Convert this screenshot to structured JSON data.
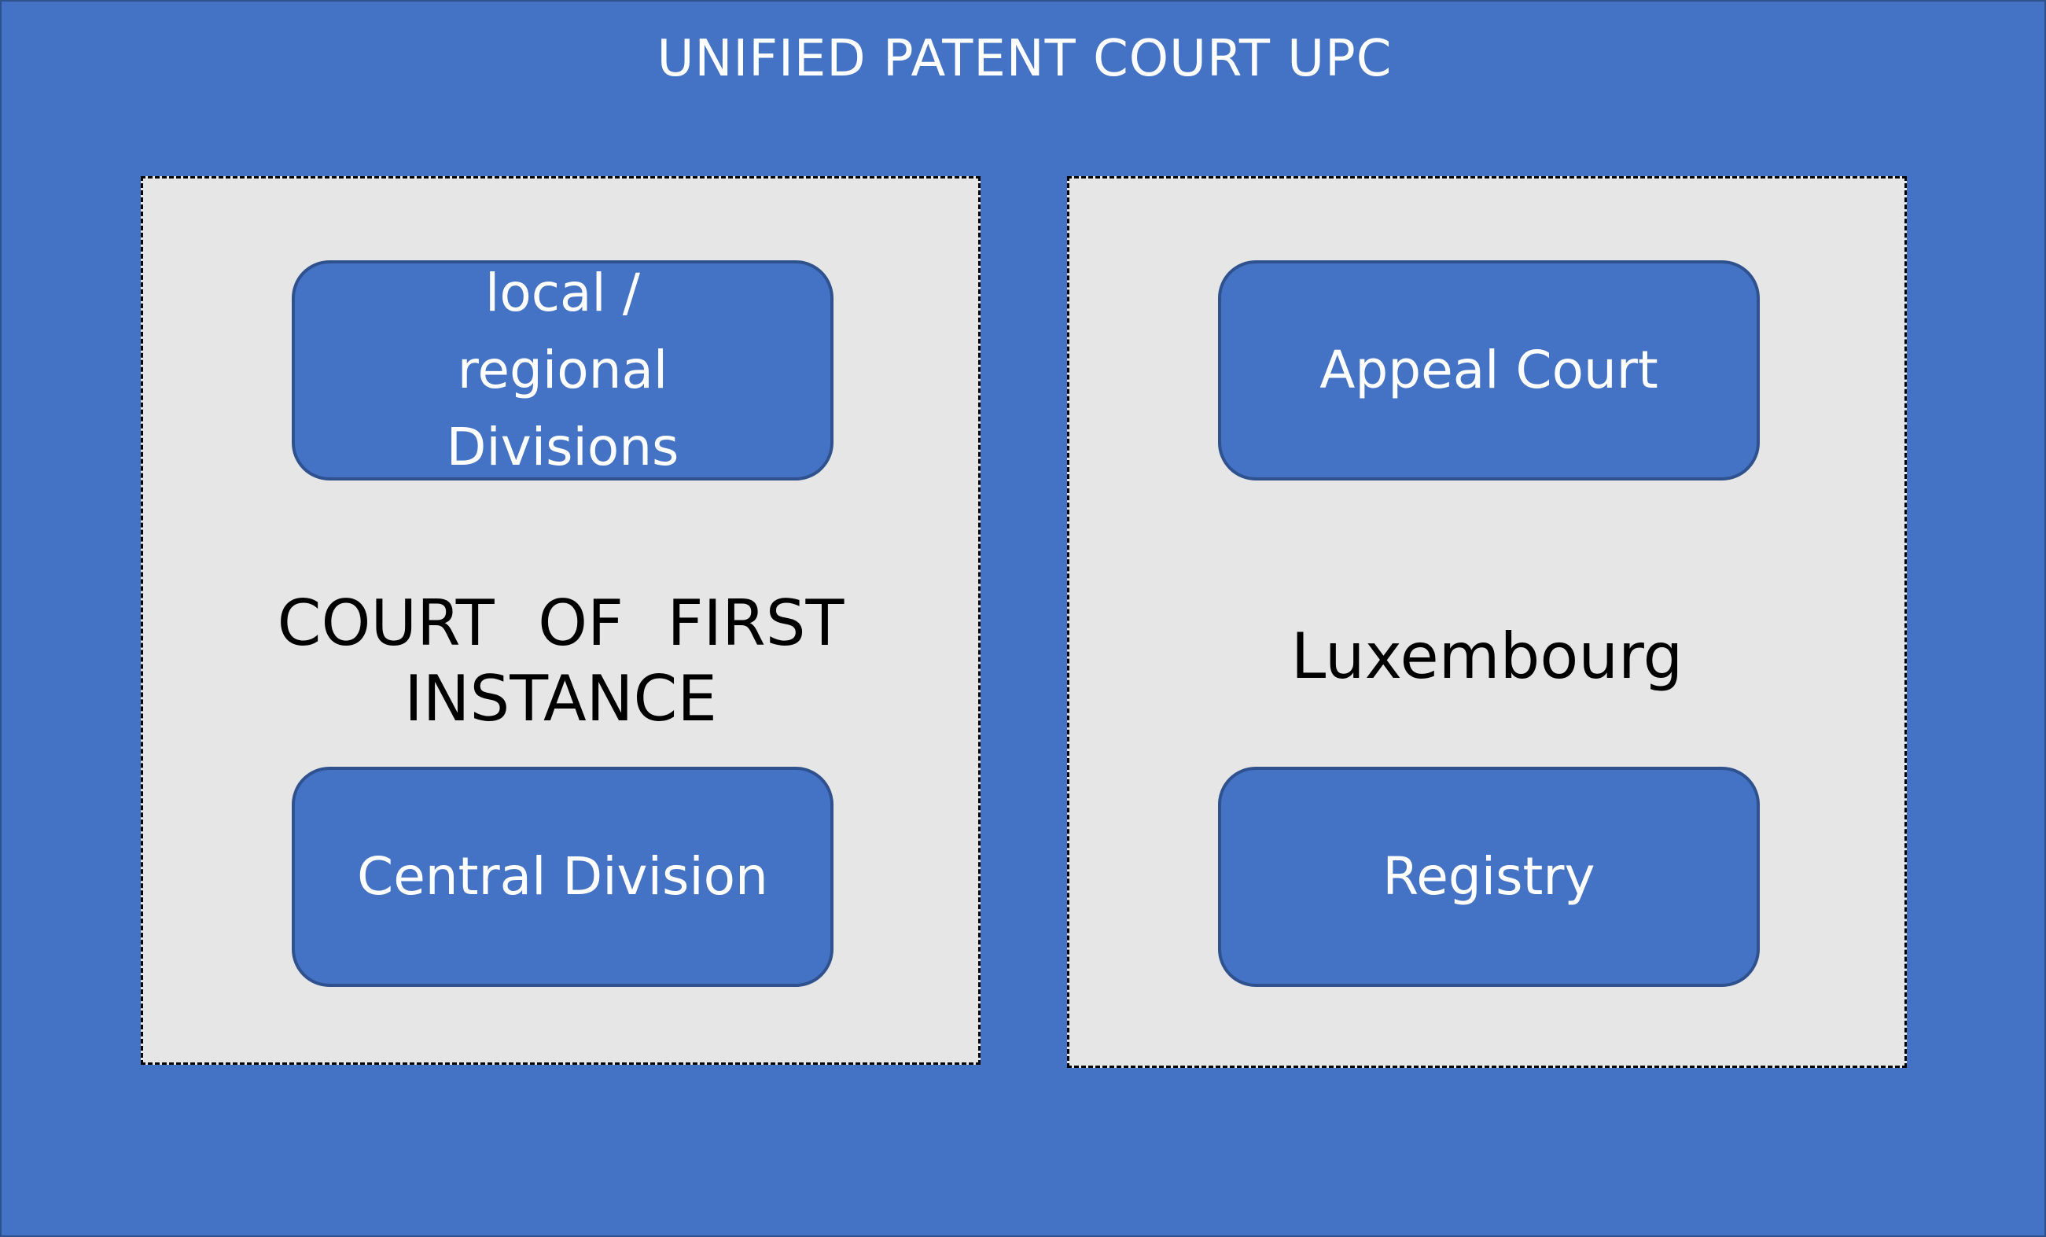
{
  "title": "UNIFIED PATENT COURT UPC",
  "first_instance": {
    "label": "COURT OF FIRST INSTANCE",
    "top_box": "local / regional Divisions",
    "bottom_box": "Central Division"
  },
  "luxembourg": {
    "label": "Luxembourg",
    "top_box": "Appeal Court",
    "bottom_box": "Registry"
  },
  "colors": {
    "fill": "#4472c4",
    "border": "#2f528f",
    "panel": "#e6e6e6"
  }
}
